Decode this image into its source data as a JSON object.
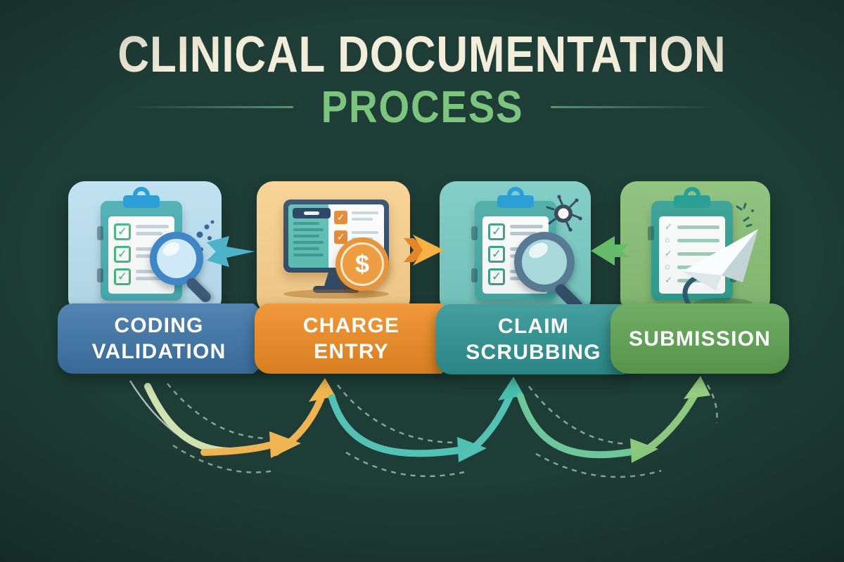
{
  "title": {
    "line1": "CLINICAL DOCUMENTATION",
    "line2": "PROCESS"
  },
  "colors": {
    "background": "#1e3d36",
    "title_text": "#f3eeda",
    "subtitle_text": "#7cc57e",
    "divider": "#54996a"
  },
  "steps": [
    {
      "name": "coding-validation",
      "label_line1": "CODING",
      "label_line2": "VALIDATION",
      "card_color": "#b9dff0",
      "banner_color": "#3f76a8",
      "icon": "clipboard-magnifier-icon"
    },
    {
      "name": "charge-entry",
      "label_line1": "CHARGE",
      "label_line2": "ENTRY",
      "card_color": "#f7cf8d",
      "banner_color": "#ef8d24",
      "icon": "monitor-dollar-coin-icon"
    },
    {
      "name": "claim-scrubbing",
      "label_line1": "CLAIM",
      "label_line2": "SCRUBBING",
      "card_color": "#76cac2",
      "banner_color": "#2e9492",
      "icon": "clipboard-magnifier-bug-icon"
    },
    {
      "name": "submission",
      "label_line1": "SUBMISSION",
      "label_line2": "",
      "card_color": "#86bd73",
      "banner_color": "#5fa553",
      "icon": "clipboard-paper-plane-icon"
    }
  ],
  "connectors": [
    {
      "between": "coding-validation to charge-entry",
      "direction": "right",
      "color": "#4cb3c8"
    },
    {
      "between": "charge-entry to claim-scrubbing",
      "direction": "right",
      "color": "#f9b143",
      "color_back": "#e2882b"
    },
    {
      "between": "submission to claim-scrubbing",
      "direction": "left",
      "color": "#65bc68"
    }
  ],
  "flow": {
    "hairline_color": "rgba(255,255,255,0.65)",
    "dash_color": "#d7e8d9",
    "segments": [
      {
        "name": "wave-1-start",
        "color": "#cfe2b0"
      },
      {
        "name": "wave-1-end",
        "color": "#eeb452"
      },
      {
        "name": "wave-2",
        "color": "#53c1b3"
      },
      {
        "name": "wave-3-start",
        "color": "#6ec69b"
      },
      {
        "name": "wave-3-end",
        "color": "#8cc97e"
      }
    ],
    "arrowheads": [
      {
        "name": "mid-1",
        "color": "#f0b452"
      },
      {
        "name": "up-1",
        "color": "#f3b64f"
      },
      {
        "name": "mid-2",
        "color": "#4fc0b2"
      },
      {
        "name": "up-2",
        "color": "#49bfb0"
      },
      {
        "name": "mid-3",
        "color": "#8cc97e"
      },
      {
        "name": "up-3",
        "color": "#95cd82"
      }
    ]
  },
  "icons": {
    "check_glyph": "✓",
    "dollar_glyph": "$",
    "circle_glyph": "○"
  }
}
